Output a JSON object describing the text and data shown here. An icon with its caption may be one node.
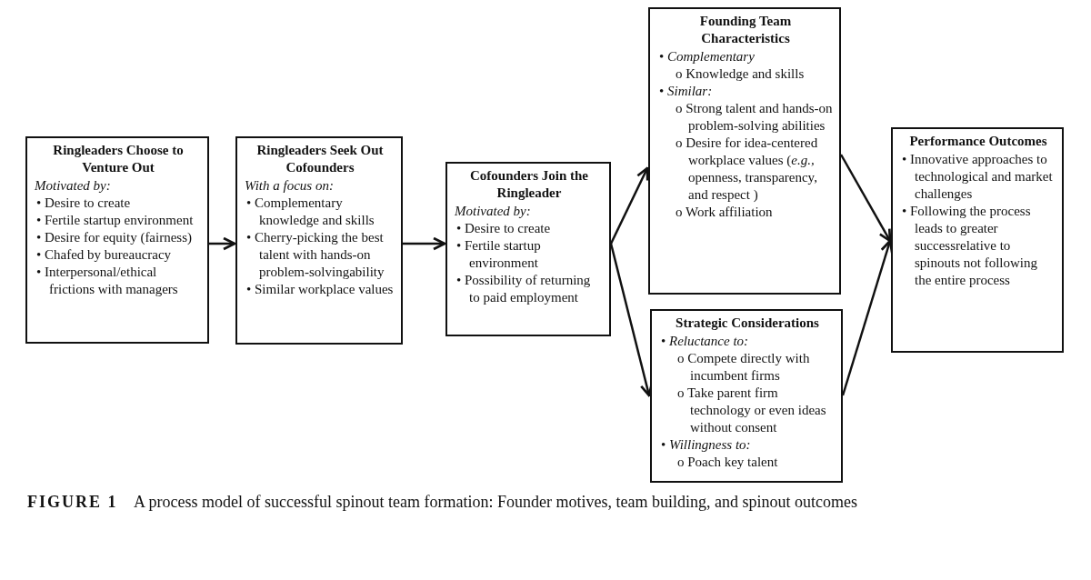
{
  "diagram": {
    "caption": "**FIGURE 1** A process model of successful spinout team formation: Founder motives, team building, and spinout outcomes",
    "nodes": [
      {
        "text": [
          "Ringleaders Choose to Venture Out",
          "*Motivated by:*",
          "• Desire to create",
          "• Fertile startup environment",
          "• Desire for equity (fairness)",
          "• Chafed by bureaucracy",
          "• Interpersonal/ethical frictions with managers"
        ]
      },
      {
        "text": [
          "Ringleaders Seek Out Cofounders",
          "*With a focus on:*",
          "• Complementary knowledge and skills",
          "• Cherry-picking the best talent with hands-on problem-solvingability",
          "• Similar workplace values"
        ]
      },
      {
        "text": [
          "Cofounders Join the Ringleader",
          "*Motivated by:*",
          "• Desire to create",
          "• Fertile startup environment",
          "• Possibility of returning to paid employment"
        ]
      },
      {
        "text": [
          "Founding Team Characteristics",
          "• *Complementary*",
          "o Knowledge and skills",
          "• *Similar:*",
          "o Strong talent and hands-on problem-solving abilities",
          "o Desire for idea-centered workplace values (*e.g.,* openness, transparency, and respect )",
          "o Work affiliation"
        ]
      },
      {
        "text": [
          "Strategic Considerations",
          "• *Reluctance to:*",
          "o Compete directly with incumbent firms",
          "o Take parent firm technology or even ideas without consent",
          "• *Willingness to:*",
          "o Poach key talent"
        ]
      },
      {
        "text": [
          "Performance Outcomes",
          "• Innovative approaches to technological and market challenges",
          "• Following the process leads to greater successrelative to spinouts not following the entire process"
        ]
      }
    ],
    "edges": [
      {
        "from": 0,
        "to": 1,
        "arrow": "to"
      },
      {
        "from": 1,
        "to": 2,
        "arrow": "to"
      },
      {
        "from": 2,
        "to": 3,
        "arrow": "to"
      },
      {
        "from": 2,
        "to": 4,
        "arrow": "to"
      },
      {
        "from": 3,
        "to": 5,
        "arrow": "to"
      },
      {
        "from": 4,
        "to": 5,
        "arrow": "to"
      }
    ]
  }
}
